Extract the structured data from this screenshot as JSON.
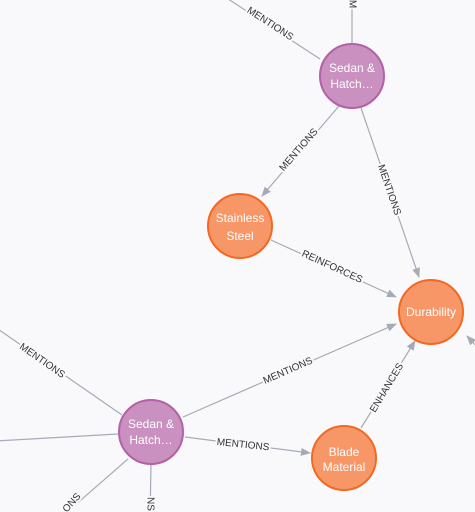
{
  "colors": {
    "mention_source_fill": "#c990c0",
    "mention_source_stroke": "#b261a5",
    "concept_fill": "#f79767",
    "concept_stroke": "#f36924",
    "edge": "#a5abb6",
    "background": "#f9f9fb"
  },
  "nodes": {
    "sedan_top": {
      "label_line1": "Sedan &",
      "label_line2": "Hatch…"
    },
    "stainless_steel": {
      "label_line1": "Stainless",
      "label_line2": "Steel"
    },
    "durability": {
      "label": "Durability"
    },
    "sedan_bottom": {
      "label_line1": "Sedan &",
      "label_line2": "Hatch…"
    },
    "blade_material": {
      "label_line1": "Blade",
      "label_line2": "Material"
    }
  },
  "edges": {
    "offscreen_to_sedan_top": "MENTIONS",
    "offscreen_top_partial": "M",
    "sedan_top_to_stainless": "MENTIONS",
    "sedan_top_to_durability": "MENTIONS",
    "stainless_to_durability": "REINFORCES",
    "offscreen_to_sedan_bottom": "MENTIONS",
    "sedan_bottom_to_durability": "MENTIONS",
    "sedan_bottom_to_blade": "MENTIONS",
    "blade_to_durability": "ENHANCES",
    "sedan_bottom_lower_left": "ONS",
    "sedan_bottom_lower": "NS"
  }
}
